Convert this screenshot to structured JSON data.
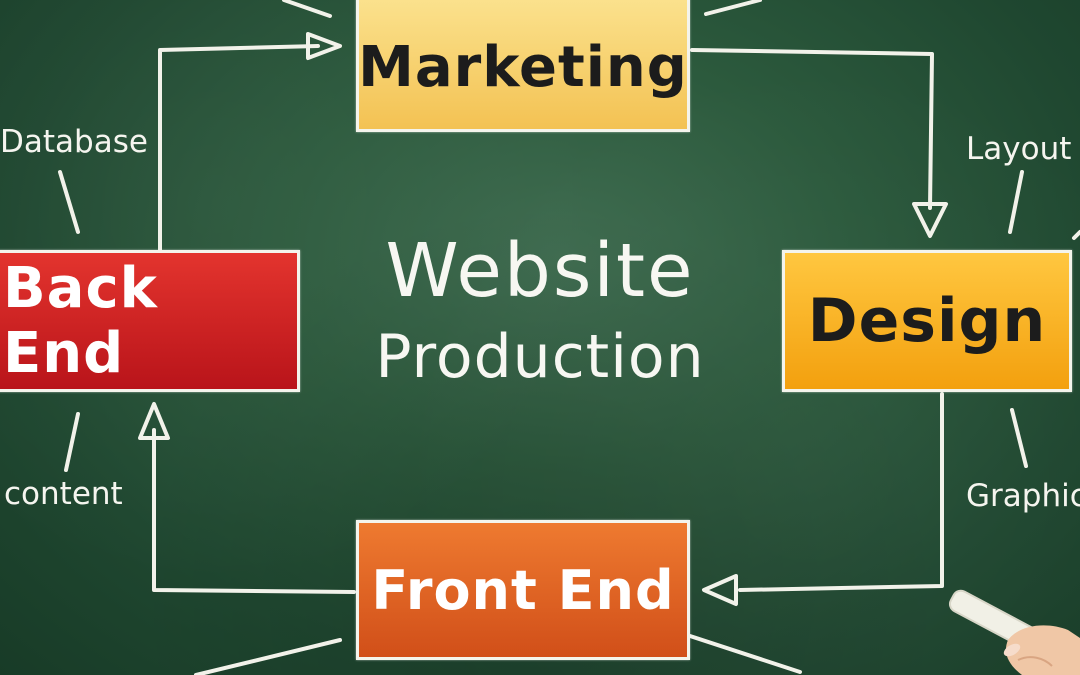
{
  "diagram": {
    "title_line1": "Website",
    "title_line2": "Production",
    "stages": {
      "marketing": "Marketing",
      "design": "Design",
      "front_end": "Front End",
      "back_end": "Back End"
    },
    "sub_labels": {
      "database": "Database",
      "layout": "Layout",
      "content": "content",
      "graphic": "Graphic"
    },
    "colors": {
      "chalkboard": "#2c5a3d",
      "chalk": "#f4f4ec",
      "marketing": "#f3c253",
      "design": "#f3a00e",
      "back_end": "#c91b20",
      "front_end": "#e0622a"
    }
  }
}
